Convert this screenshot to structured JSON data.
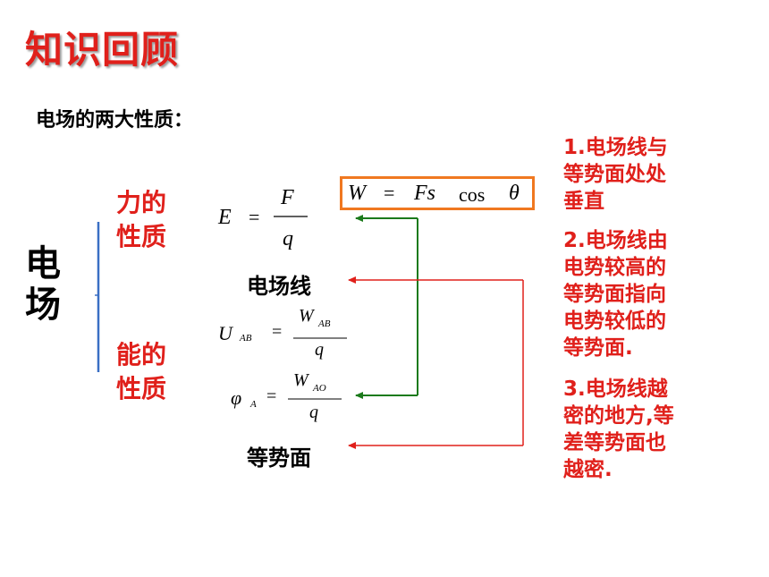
{
  "title": "知识回顾",
  "subtitle": "电场的两大性质：",
  "field": "电场",
  "force_property": [
    "力的",
    "性质"
  ],
  "energy_property": [
    "能的",
    "性质"
  ],
  "field_lines_label": "电场线",
  "equipotential_label": "等势面",
  "formulas": {
    "E": {
      "lhs": "E",
      "eq": "=",
      "num": "F",
      "den": "q"
    },
    "U": {
      "lhs": "U",
      "sub": "AB",
      "eq": "=",
      "num": "W",
      "num_sub": "AB",
      "den": "q"
    },
    "phi": {
      "lhs": "φ",
      "sub": "A",
      "eq": "=",
      "num": "W",
      "num_sub": "AO",
      "den": "q"
    },
    "work": {
      "W": "W",
      "eq": "=",
      "Fs": "Fs",
      "cos": "cos",
      "theta": "θ"
    }
  },
  "notes": {
    "n1": [
      "1.电场线与",
      "等势面处处",
      "垂直"
    ],
    "n2": [
      "2.电场线由",
      "电势较高的",
      "等势面指向",
      "电势较低的",
      "等势面."
    ],
    "n3": [
      "3.电场线越",
      "密的地方,等",
      "差等势面也",
      "越密."
    ]
  },
  "colors": {
    "red": "#e0201b",
    "green": "#1b7a1b",
    "orange": "#f07820",
    "blue": "#3a6fc4"
  }
}
